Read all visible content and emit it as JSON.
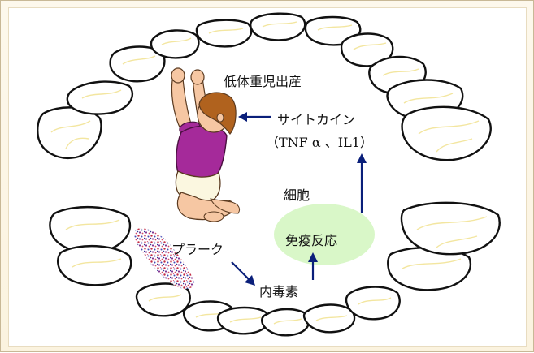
{
  "labels": {
    "low_birth_weight": "低体重児出産",
    "cytokine": "サイトカイン",
    "cytokine_detail": "（TNF α 、IL1）",
    "cell": "細胞",
    "immune_response": "免疫反応",
    "plaque": "プラーク",
    "endotoxin": "内毒素"
  },
  "colors": {
    "arrow": "#0a1f7a",
    "immune_ellipse": "#d9f7c8",
    "tooth_stroke": "#111111",
    "tooth_groove": "#f3e6a0",
    "frame_bg": "#fbf3df",
    "baby_shirt": "#a52a9a",
    "baby_hair": "#b0621e",
    "baby_skin": "#f6c7a3",
    "baby_diaper": "#fbf7e0"
  },
  "icons": {
    "baby": "baby-reaching-up-illustration",
    "plaque": "plaque-speckle-texture",
    "teeth": "dental-arch-teeth"
  }
}
